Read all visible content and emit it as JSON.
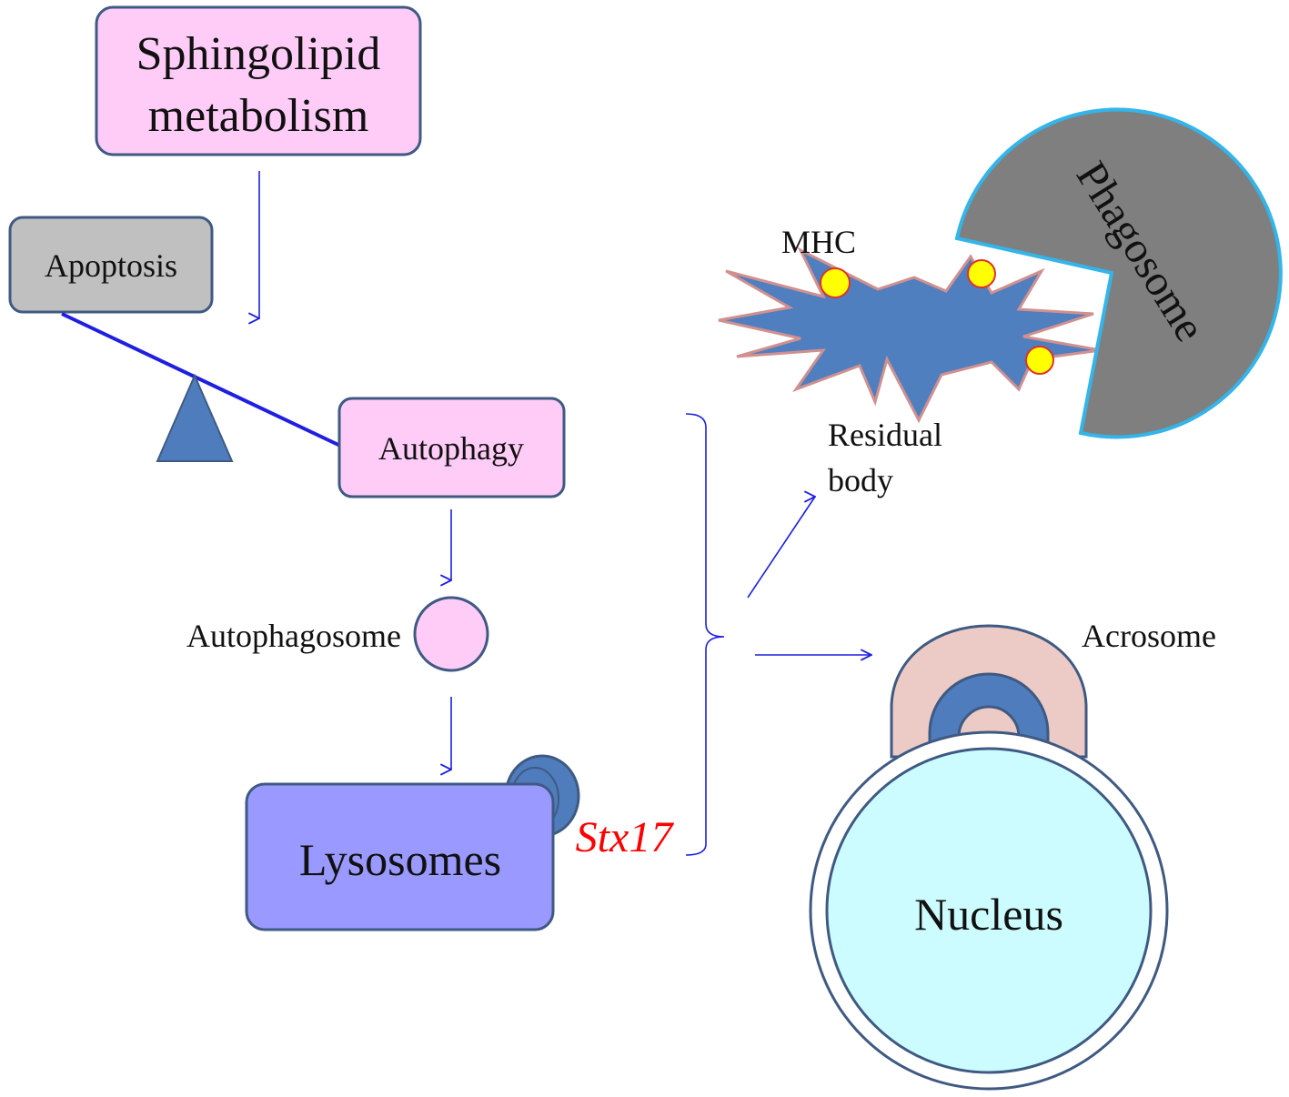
{
  "nodes": {
    "sphingolipid": {
      "line1": "Sphingolipid",
      "line2": "metabolism"
    },
    "apoptosis": {
      "label": "Apoptosis"
    },
    "autophagy": {
      "label": "Autophagy"
    },
    "autophagosome": {
      "label": "Autophagosome"
    },
    "lysosomes": {
      "label": "Lysosomes"
    },
    "stx17": {
      "label": "Stx17"
    },
    "mhc": {
      "label": "MHC"
    },
    "residual_body": {
      "line1": "Residual",
      "line2": "body"
    },
    "phagosome": {
      "label": "Phagosome"
    },
    "acrosome": {
      "label": "Acrosome"
    },
    "nucleus": {
      "label": "Nucleus"
    }
  },
  "colors": {
    "pink_box": "#ffccf7",
    "box_border": "#3f5a82",
    "apoptosis_fill": "#c0c0c0",
    "lysosome_fill": "#9999ff",
    "seesaw_blue": "#4f7cbc",
    "arrow_blue": "#1f1fe0",
    "residual_fill": "#4f7fbf",
    "residual_border": "#d09090",
    "mhc_dot": "#ffff00",
    "mhc_dot_border": "#e03030",
    "phagosome_fill": "#7f7f7f",
    "phagosome_border": "#33b5ea",
    "acrosome_fill": "#eccbc6",
    "nucleus_fill": "#ccfcff",
    "stx17_text": "#ff0000"
  }
}
